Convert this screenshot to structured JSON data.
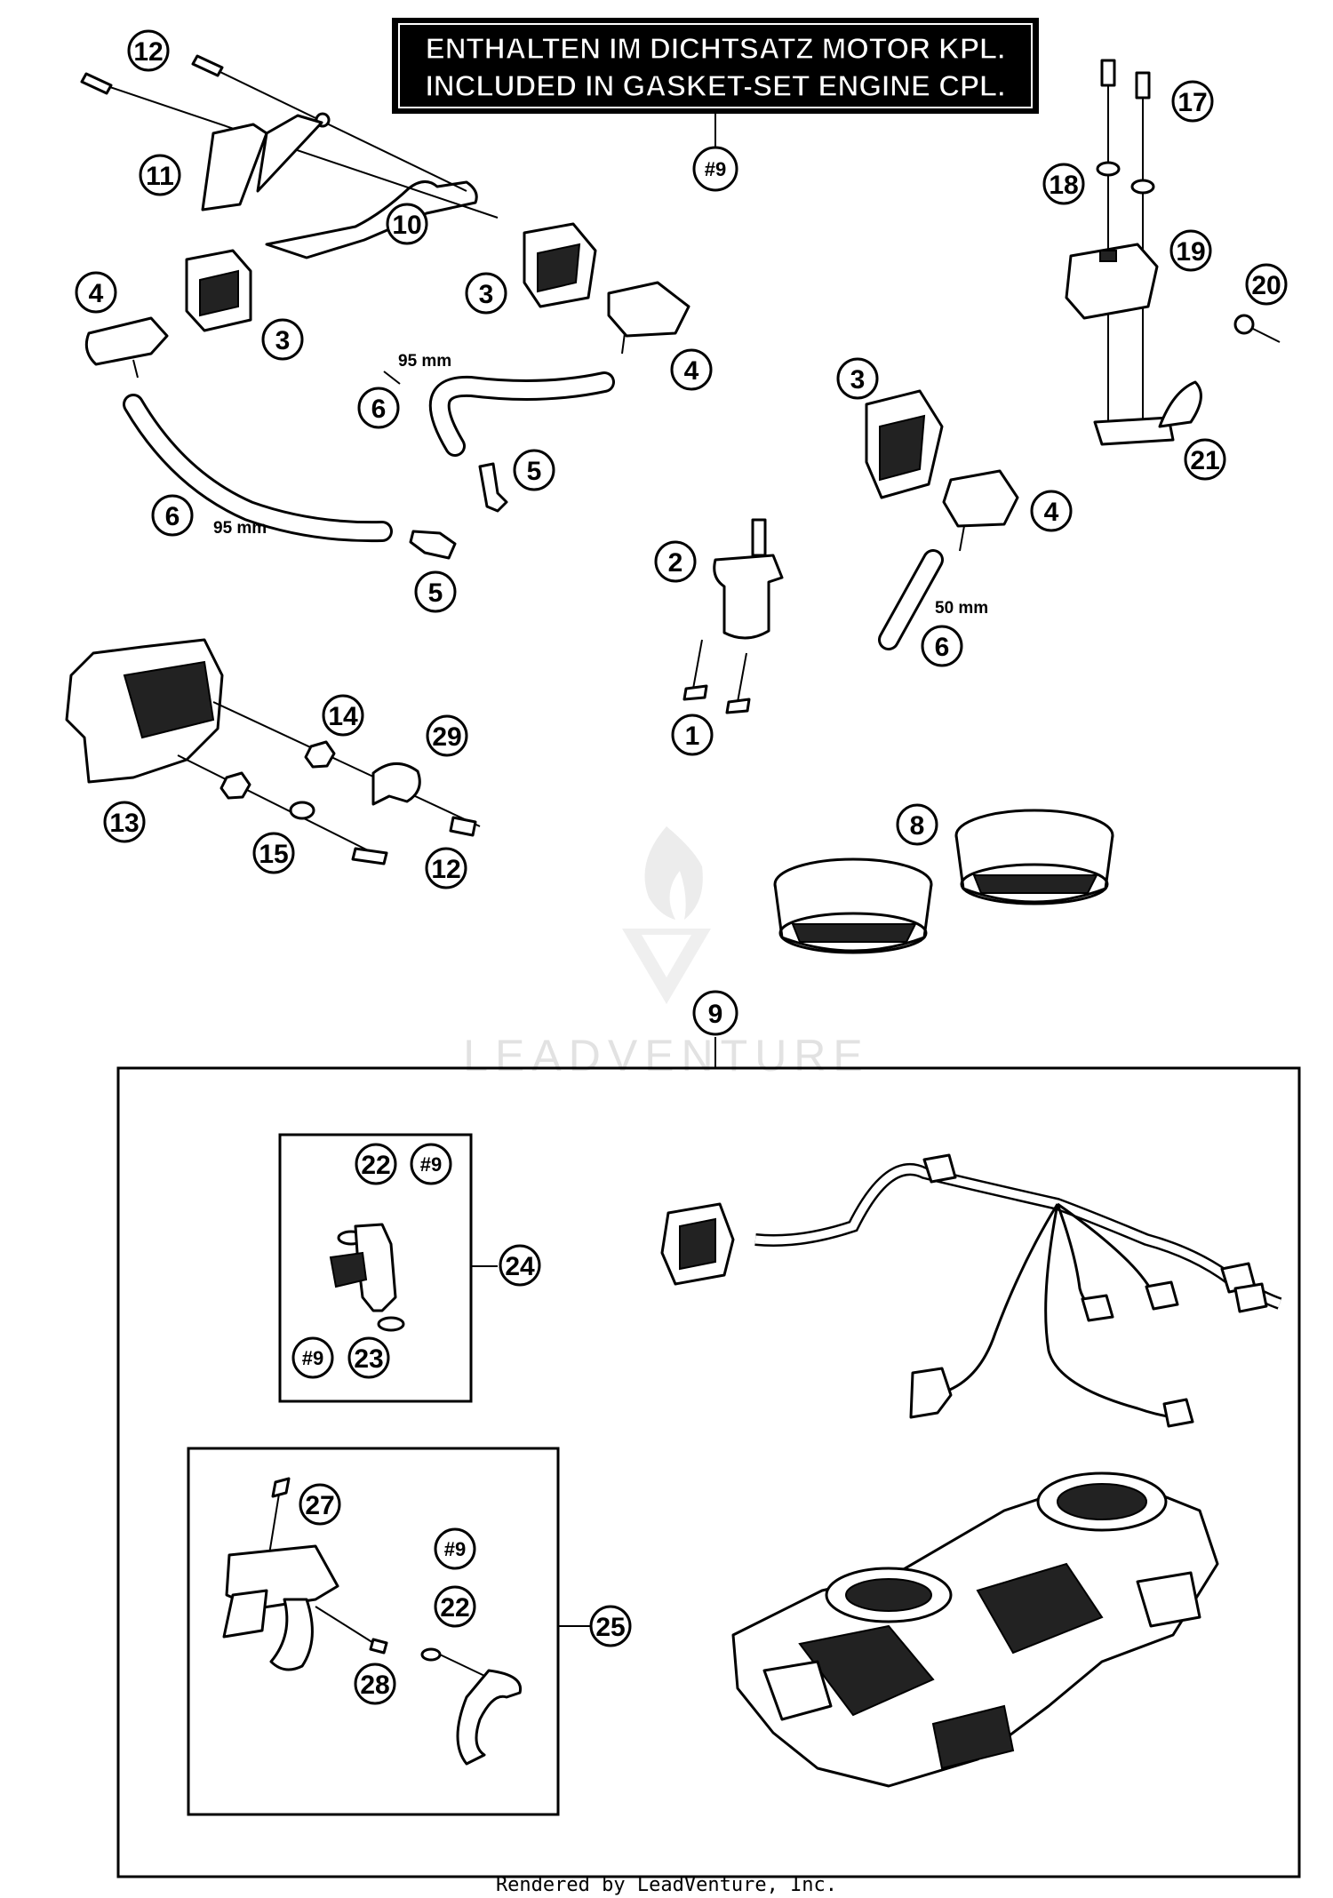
{
  "banner": {
    "line1": "ENTHALTEN IM DICHTSATZ MOTOR KPL.",
    "line2": "INCLUDED IN GASKET-SET ENGINE CPL."
  },
  "callouts": {
    "c1": "1",
    "c2": "2",
    "c3a": "3",
    "c3b": "3",
    "c3c": "3",
    "c4a": "4",
    "c4b": "4",
    "c4c": "4",
    "c5a": "5",
    "c5b": "5",
    "c6a": "6",
    "c6b": "6",
    "c6c": "6",
    "c8": "8",
    "c9": "9",
    "c10": "10",
    "c11": "11",
    "c12a": "12",
    "c12b": "12",
    "c13": "13",
    "c14": "14",
    "c15": "15",
    "c17": "17",
    "c18": "18",
    "c19": "19",
    "c20": "20",
    "c21": "21",
    "c22a": "22",
    "c22b": "22",
    "c23": "23",
    "c24": "24",
    "c25": "25",
    "c27": "27",
    "c28": "28",
    "c29": "29",
    "r9a": "#9",
    "r9b": "#9",
    "r9c": "#9",
    "r9d": "#9"
  },
  "dimensions": {
    "d1": "95 mm",
    "d2": "95 mm",
    "d3": "50 mm"
  },
  "watermark": "LEADVENTURE",
  "footer": "Rendered by LeadVenture, Inc."
}
